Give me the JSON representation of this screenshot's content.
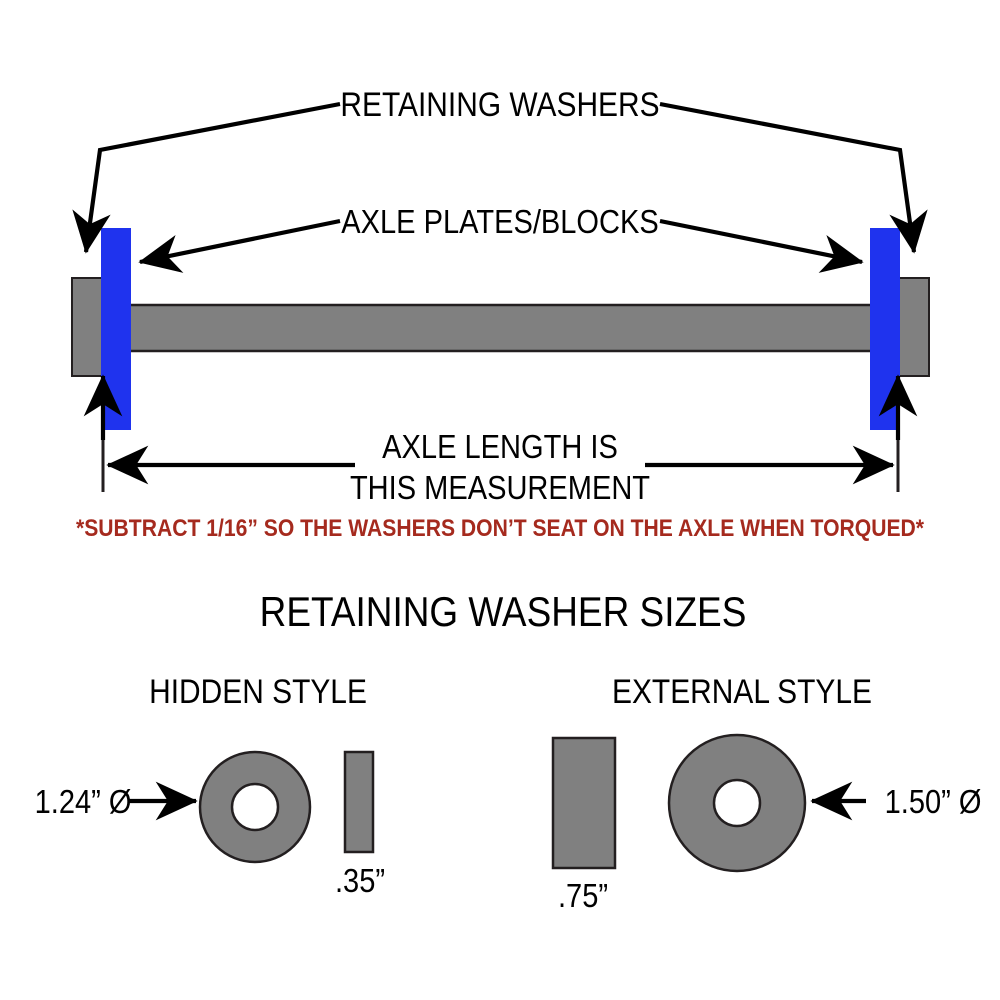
{
  "diagram": {
    "title": "Axle and retaining washer measurement diagram",
    "assembly": {
      "labels": {
        "retaining_washers": "RETAINING WASHERS",
        "axle_plates": "AXLE PLATES/BLOCKS",
        "axle_length_line1": "AXLE LENGTH IS",
        "axle_length_line2": "THIS MEASUREMENT"
      },
      "note": "*SUBTRACT 1/16” SO THE WASHERS DON’T SEAT ON THE AXLE WHEN TORQUED*",
      "colors": {
        "plate": "#1F33EE",
        "metal": "#808080",
        "outline": "#231F20",
        "note_text": "#A52A1E"
      }
    },
    "washer_section": {
      "heading": "RETAINING WASHER SIZES",
      "styles": [
        {
          "name": "HIDDEN STYLE",
          "diameter": "1.24” Ø",
          "thickness": ".35”"
        },
        {
          "name": "EXTERNAL STYLE",
          "diameter": "1.50” Ø",
          "thickness": ".75”"
        }
      ]
    }
  }
}
